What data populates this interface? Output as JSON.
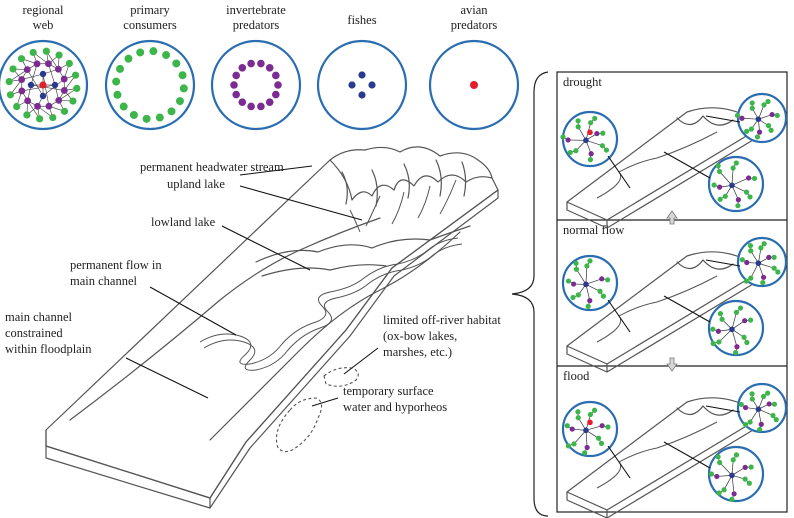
{
  "colors": {
    "primary_consumer": "#3cb54a",
    "invertebrate_predator": "#7b2b91",
    "fish": "#2a3a8f",
    "avian_predator": "#e41d2b",
    "ring": "#2a6db0"
  },
  "top_row": {
    "regional_web": {
      "line1": "regional",
      "line2": "web"
    },
    "primary_consumers": {
      "line1": "primary",
      "line2": "consumers"
    },
    "invertebrate_predators": {
      "line1": "invertebrate",
      "line2": "predators"
    },
    "fishes": {
      "line1": "fishes"
    },
    "avian_predators": {
      "line1": "avian",
      "line2": "predators"
    }
  },
  "landscape_labels": {
    "permanent_headwater_stream": "permanent headwater stream",
    "upland_lake": "upland lake",
    "lowland_lake": "lowland lake",
    "permanent_flow_line1": "permanent flow in",
    "permanent_flow_line2": "main channel",
    "main_channel_line1": "main channel",
    "main_channel_line2": "constrained",
    "main_channel_line3": "within floodplain",
    "limited_line1": "limited off-river habitat",
    "limited_line2": "(ox-bow lakes,",
    "limited_line3": "marshes, etc.)",
    "temporary_line1": "temporary surface",
    "temporary_line2": "water and hyporheos"
  },
  "panels": {
    "drought": "drought",
    "normal_flow": "normal flow",
    "flood": "flood"
  }
}
